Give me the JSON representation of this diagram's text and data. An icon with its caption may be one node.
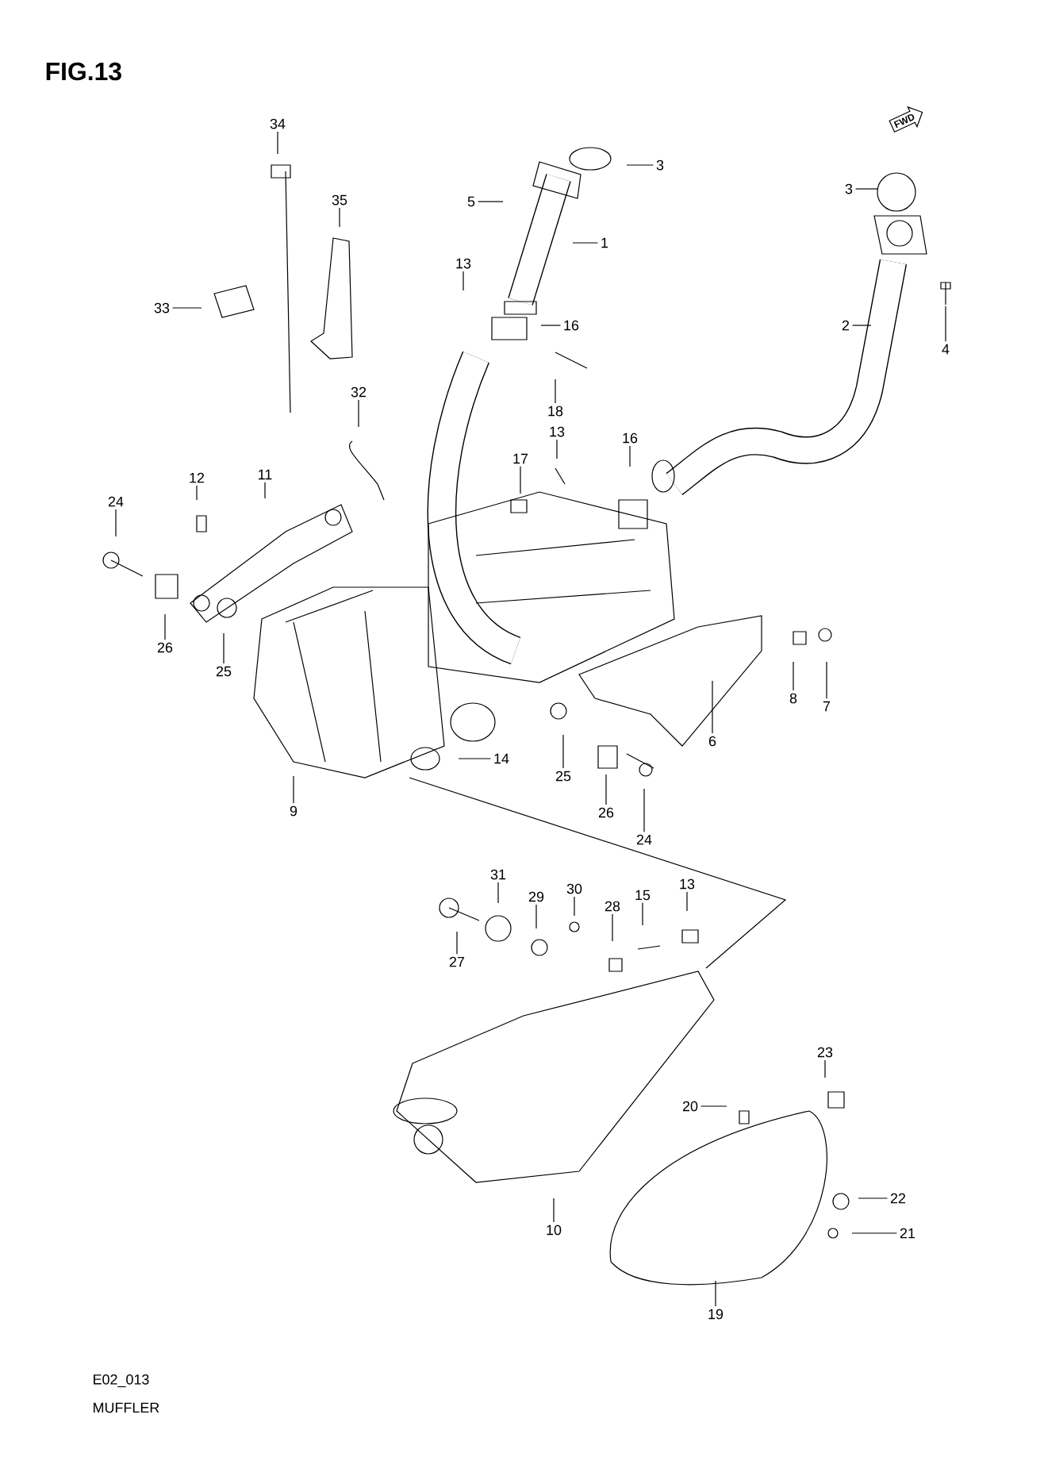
{
  "diagram": {
    "title": "FIG.13",
    "caption": "MUFFLER",
    "nodes": [
      {
        "text": [
          "34"
        ]
      },
      {
        "text": [
          "3"
        ]
      },
      {
        "text": [
          "3"
        ]
      },
      {
        "text": [
          "35"
        ]
      },
      {
        "text": [
          "5"
        ]
      },
      {
        "text": [
          "1"
        ]
      },
      {
        "text": [
          "13"
        ]
      },
      {
        "text": [
          "33"
        ]
      },
      {
        "text": [
          "2"
        ]
      },
      {
        "text": [
          "16"
        ]
      },
      {
        "text": [
          "4"
        ]
      },
      {
        "text": [
          "32"
        ]
      },
      {
        "text": [
          "18"
        ]
      },
      {
        "text": [
          "13"
        ]
      },
      {
        "text": [
          "16"
        ]
      },
      {
        "text": [
          "17"
        ]
      },
      {
        "text": [
          "11"
        ]
      },
      {
        "text": [
          "12"
        ]
      },
      {
        "text": [
          "24"
        ]
      },
      {
        "text": [
          "26"
        ]
      },
      {
        "text": [
          "25"
        ]
      },
      {
        "text": [
          "14"
        ]
      },
      {
        "text": [
          "8"
        ]
      },
      {
        "text": [
          "7"
        ]
      },
      {
        "text": [
          "6"
        ]
      },
      {
        "text": [
          "25"
        ]
      },
      {
        "text": [
          "9"
        ]
      },
      {
        "text": [
          "26"
        ]
      },
      {
        "text": [
          "24"
        ]
      },
      {
        "text": [
          "31"
        ]
      },
      {
        "text": [
          "13"
        ]
      },
      {
        "text": [
          "30"
        ]
      },
      {
        "text": [
          "15"
        ]
      },
      {
        "text": [
          "29"
        ]
      },
      {
        "text": [
          "28"
        ]
      },
      {
        "text": [
          "27"
        ]
      },
      {
        "text": [
          "20"
        ]
      },
      {
        "text": [
          "23"
        ]
      },
      {
        "text": [
          "22"
        ]
      },
      {
        "text": [
          "21"
        ]
      },
      {
        "text": [
          "10"
        ]
      },
      {
        "text": [
          "19"
        ]
      }
    ],
    "edges": [
      {
        "from": 0,
        "to": null,
        "arrow": "none"
      },
      {
        "from": 1,
        "to": null,
        "arrow": "none"
      },
      {
        "from": 2,
        "to": null,
        "arrow": "none"
      },
      {
        "from": 3,
        "to": null,
        "arrow": "none"
      },
      {
        "from": 4,
        "to": null,
        "arrow": "none"
      },
      {
        "from": 5,
        "to": null,
        "arrow": "none"
      },
      {
        "from": 6,
        "to": null,
        "arrow": "none"
      },
      {
        "from": 7,
        "to": null,
        "arrow": "none"
      },
      {
        "from": 8,
        "to": null,
        "arrow": "none"
      },
      {
        "from": 9,
        "to": null,
        "arrow": "none"
      },
      {
        "from": 10,
        "to": null,
        "arrow": "none"
      },
      {
        "from": 11,
        "to": null,
        "arrow": "none"
      },
      {
        "from": 12,
        "to": null,
        "arrow": "none"
      },
      {
        "from": 13,
        "to": null,
        "arrow": "none"
      },
      {
        "from": 14,
        "to": null,
        "arrow": "none"
      },
      {
        "from": 15,
        "to": null,
        "arrow": "none"
      },
      {
        "from": 16,
        "to": null,
        "arrow": "none"
      },
      {
        "from": 17,
        "to": null,
        "arrow": "none"
      },
      {
        "from": 18,
        "to": null,
        "arrow": "none"
      },
      {
        "from": 19,
        "to": null,
        "arrow": "none"
      },
      {
        "from": 20,
        "to": null,
        "arrow": "none"
      },
      {
        "from": 21,
        "to": null,
        "arrow": "none"
      },
      {
        "from": 22,
        "to": null,
        "arrow": "none"
      },
      {
        "from": 23,
        "to": null,
        "arrow": "none"
      },
      {
        "from": 24,
        "to": null,
        "arrow": "none"
      },
      {
        "from": 25,
        "to": null,
        "arrow": "none"
      },
      {
        "from": 26,
        "to": null,
        "arrow": "none"
      },
      {
        "from": 27,
        "to": null,
        "arrow": "none"
      },
      {
        "from": 28,
        "to": null,
        "arrow": "none"
      },
      {
        "from": 29,
        "to": null,
        "arrow": "none"
      },
      {
        "from": 30,
        "to": null,
        "arrow": "none"
      },
      {
        "from": 31,
        "to": null,
        "arrow": "none"
      },
      {
        "from": 32,
        "to": null,
        "arrow": "none"
      },
      {
        "from": 33,
        "to": null,
        "arrow": "none"
      },
      {
        "from": 34,
        "to": null,
        "arrow": "none"
      },
      {
        "from": 35,
        "to": null,
        "arrow": "none"
      },
      {
        "from": 36,
        "to": null,
        "arrow": "none"
      },
      {
        "from": 37,
        "to": null,
        "arrow": "none"
      },
      {
        "from": 38,
        "to": null,
        "arrow": "none"
      },
      {
        "from": 39,
        "to": null,
        "arrow": "none"
      },
      {
        "from": 40,
        "to": null,
        "arrow": "none"
      },
      {
        "from": 41,
        "to": null,
        "arrow": "none"
      }
    ],
    "labels": [
      "FWD",
      "E02_013"
    ]
  }
}
